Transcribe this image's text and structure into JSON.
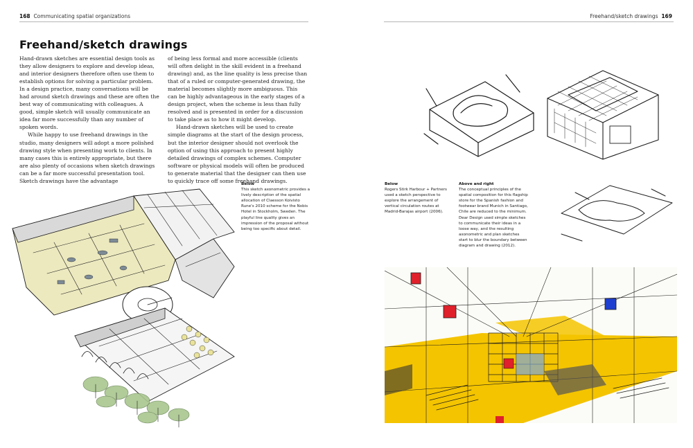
{
  "left_page": {
    "page_number": "168",
    "running_head": "Communicating spatial organizations",
    "title": "Freehand/sketch drawings",
    "column_1": [
      "Hand-drawn sketches are essential design tools as they allow designers to explore and develop ideas, and interior designers therefore often use them to establish options for solving a particular problem. In a design practice, many conversations will be had around sketch drawings and these are often the best way of communicating with colleagues. A good, simple sketch will usually communicate an idea far more successfully than any number of spoken words.",
      "While happy to use freehand drawings in the studio, many designers will adopt a more polished drawing style when presenting work to clients. In many cases this is entirely appropriate, but there are also plenty of occasions when sketch drawings can be a far more successful presentation tool. Sketch drawings have the advantage"
    ],
    "column_2": [
      "of being less formal and more accessible (clients will often delight in the skill evident in a freehand drawing) and, as the line quality is less precise than that of a ruled or computer-generated drawing, the material becomes slightly more ambiguous. This can be highly advantageous in the early stages of a design project, when the scheme is less than fully resolved and is presented in order for a discussion to take place as to how it might develop.",
      "Hand-drawn sketches will be used to create simple diagrams at the start of the design process, but the interior designer should not overlook the option of using this approach to present highly detailed drawings of complex schemes. Computer software or physical models will often be produced to generate material that the designer can then use to quickly trace off some freehand drawings."
    ],
    "caption": {
      "heading": "Below",
      "text": "This sketch axonometric provides a lively description of the spatial allocation of Claesson Koivisto Rune's 2010 scheme for the Nobis Hotel in Stockholm, Sweden. The playful line quality gives an impression of the proposal without being too specific about detail."
    }
  },
  "right_page": {
    "page_number": "169",
    "running_head": "Freehand/sketch drawings",
    "caption_below": {
      "heading": "Below",
      "text": "Rogers Stirk Harbour + Partners used a sketch perspective to explore the arrangement of vertical circulation routes at Madrid-Barajas airport (2006)."
    },
    "caption_above_right": {
      "heading": "Above and right",
      "text": "The conceptual principles of the spatial composition for this flagship store for the Spanish fashion and footwear brand Munich in Santiago, Chile are reduced to the minimum. Dear Design used simple sketches to communicate their ideas in a loose way, and the resulting axonometric and plan sketches start to blur the boundary between diagram and drawing (2012)."
    }
  },
  "colors": {
    "ink": "#1c1c1c",
    "rule": "#b5b5b5",
    "sketch_yellow": "#f4c400",
    "sketch_red": "#e0202a",
    "sketch_blue": "#1e3fd0",
    "wash_green": "#a9c68e",
    "wash_cream": "#ece9bf",
    "wash_grey": "#9a9a9a"
  }
}
